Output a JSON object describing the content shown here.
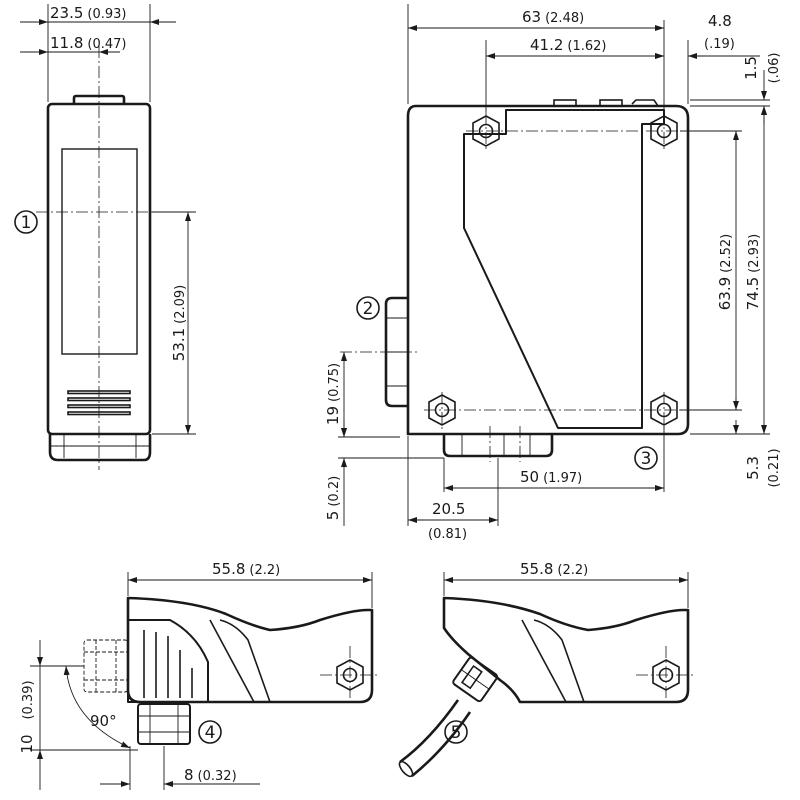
{
  "dimensions": {
    "width_total": "23.5",
    "width_total_in": "(0.93)",
    "width_center": "11.8",
    "width_center_in": "(0.47)",
    "optical_axis_height": "53.1",
    "optical_axis_height_in": "(2.09)",
    "length_total": "63",
    "length_total_in": "(2.48)",
    "hole_spacing_h": "41.2",
    "hole_spacing_h_in": "(1.62)",
    "offset_right": "4.8",
    "offset_right_in": "(.19)",
    "offset_top": "1.5",
    "offset_top_in": "(.06)",
    "hole_spacing_v": "63.9",
    "hole_spacing_v_in": "(2.52)",
    "height_total": "74.5",
    "height_total_in": "(2.93)",
    "connector_height": "19",
    "connector_height_in": "(0.75)",
    "hole_to_bottom": "5.3",
    "hole_to_bottom_in": "(0.21)",
    "base_width": "50",
    "base_width_in": "(1.97)",
    "bottom_offset": "5",
    "bottom_offset_in": "(0.2)",
    "front_to_hole": "20.5",
    "front_to_hole_in": "(0.81)",
    "cable_version_length_a": "55.8",
    "cable_version_length_a_in": "(2.2)",
    "cable_version_length_b": "55.8",
    "cable_version_length_b_in": "(2.2)",
    "connector_offset": "10",
    "connector_offset_in": "(0.39)",
    "rotation_angle": "90°",
    "connector_shift": "8",
    "connector_shift_in": "(0.32)"
  },
  "callouts": [
    "1",
    "2",
    "3",
    "4",
    "5"
  ]
}
